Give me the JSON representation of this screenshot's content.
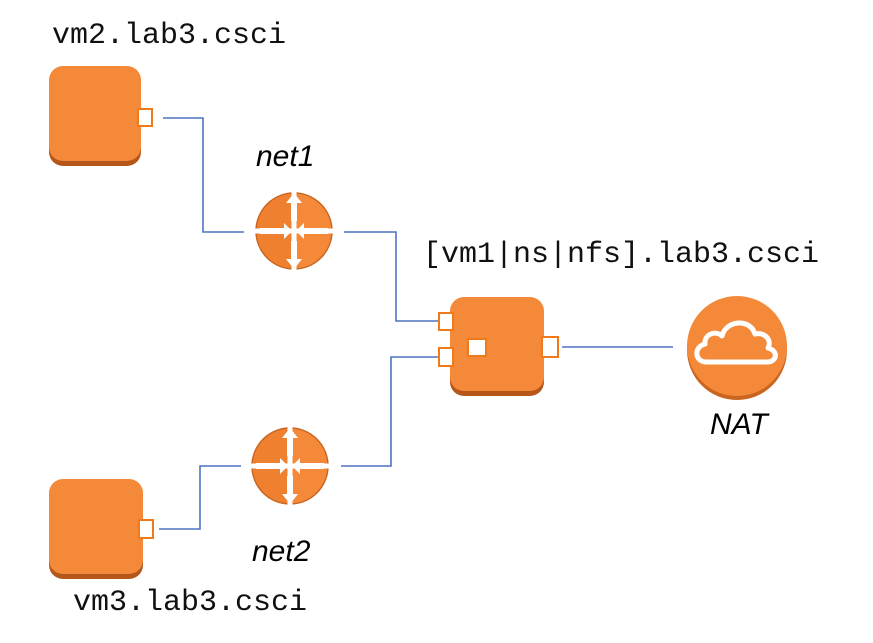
{
  "diagram": {
    "nodes": {
      "vm2": {
        "label": "vm2.lab3.csci",
        "icon": "vm-instance-icon"
      },
      "vm3": {
        "label": "vm3.lab3.csci",
        "icon": "vm-instance-icon"
      },
      "vm1": {
        "label": "[vm1|ns|nfs].lab3.csci",
        "icon": "vm-instance-icon"
      },
      "net1": {
        "label": "net1",
        "icon": "router-icon"
      },
      "net2": {
        "label": "net2",
        "icon": "router-icon"
      },
      "nat": {
        "label": "NAT",
        "icon": "cloud-icon"
      }
    },
    "connections": [
      {
        "from": "vm2",
        "to": "net1"
      },
      {
        "from": "net1",
        "to": "vm1"
      },
      {
        "from": "vm3",
        "to": "net2"
      },
      {
        "from": "net2",
        "to": "vm1"
      },
      {
        "from": "vm1",
        "to": "nat"
      }
    ],
    "colors": {
      "node_fill": "#f4893a",
      "node_shadow": "#b5561a",
      "port_stroke": "#f07a1a",
      "wire": "#4f73c4"
    }
  }
}
